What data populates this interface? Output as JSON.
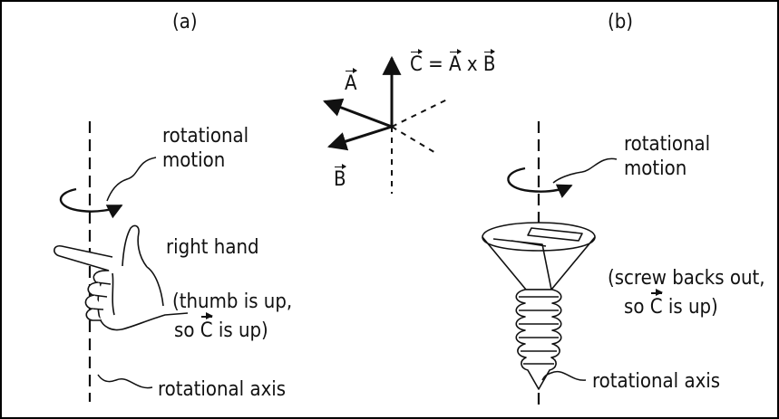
{
  "panel_a": {
    "label": "(a)",
    "rotational_motion": [
      "rotational",
      "motion"
    ],
    "right_hand": "right hand",
    "note": [
      "(thumb is up,",
      "so",
      "C",
      "is up)"
    ],
    "rotational_axis": "rotational axis"
  },
  "cross_product": {
    "a": "A",
    "b": "B",
    "equation": [
      "C",
      "=",
      "A",
      "x",
      "B"
    ]
  },
  "panel_b": {
    "label": "(b)",
    "rotational_motion": [
      "rotational",
      "motion"
    ],
    "note": [
      "(screw backs out,",
      "so",
      "C",
      "is up)"
    ],
    "rotational_axis": "rotational axis"
  },
  "colors": {
    "ink": "#111111",
    "background": "#ffffff"
  }
}
